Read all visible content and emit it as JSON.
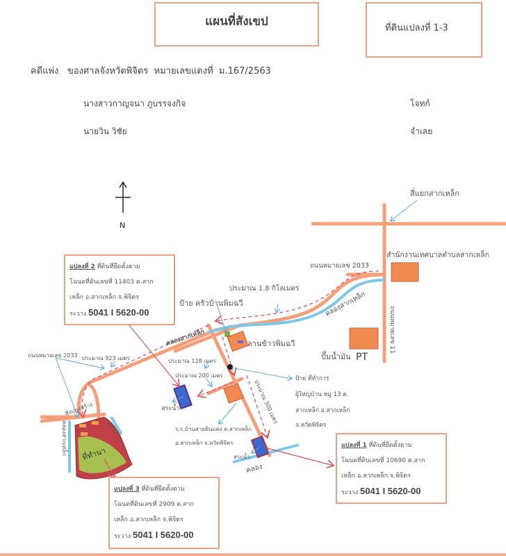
{
  "header": {
    "title": "แผนที่สังเขป",
    "parcels_label": "ที่ดินแปลงที่ 1-3",
    "case_line": "คดีแพ่ง   ของศาลจังหวัดพิจิตร  หมายเลขแดงที่  ม.167/2563",
    "plaintiff_name": "นางสาวกาญจนา ภูบรรจงกิจ",
    "plaintiff_role": "โจทก์",
    "defendant_name": "นายวิน วิชัย",
    "defendant_role": "จำเลย"
  },
  "map": {
    "north": "N",
    "intersection": "สี่แยกสากเหล็ก",
    "municipal_office": "สำนักงานเทศบาลตำบลสากเหล็ก",
    "road_2033": "ถนนหมายเลข  2033",
    "road_2033_left": "ถนนหมายเลข 2033",
    "road_11": "ถนนหมายเลข 11",
    "dist_1_8km": "ประมาณ  1.8  กิโลเมตร",
    "sign_restaurant": "ป้าย ครัวบ้านพิมฉวี",
    "canal_saklek": "คลองสากเหล็ก",
    "canal_saklek_2": "คลองสากเหล็ก",
    "rice_yard": "ลานข้าวพิมฉวี",
    "gas_station": "ปั๊มน้ำมัน",
    "gas_brand": "PT",
    "dist_923": "ประมาณ  923  เมตร",
    "dist_128": "ประมาณ  128  เมตร",
    "dist_200": "ประมาณ  200  เมตร",
    "dist_300": "ประมาณ  300  เมตร",
    "sign_headman": [
      "ป้าย  ที่ทำการ",
      "ผู้ใหญ่บ้าน  หมู่ 13  ต.",
      "สากเหล็ก  อ.สากเหล็ก",
      "จ.หวัดพิจิตร"
    ],
    "school": [
      "ร.ร.บ้านสายดินแดง  ต.สากเหล็ก",
      "อ.สากเหล็ก  จ.หวัดพิจิตร"
    ],
    "pond": "สระน้ำ",
    "pond_2": "สระน้ำ",
    "canal": "คลอง",
    "canal_left": "คลอง",
    "canal_left_vertical": "คลองสากเหล็ก",
    "structure": "สิ่งปลูกสร้าง",
    "rice_field": "ที่ทำนา"
  },
  "parcels": [
    {
      "title": "แปลงที่ 1",
      "line1": " ที่ดินที่ยึดตั้งตาม",
      "line2": "โฉนดที่ดินเลขที่  10690  ต.สาก",
      "line3": "เหล็ก  อ.สากเหล็ก  จ.พิจิตร",
      "between_label": "ระวาง ",
      "sheet": "5041 I 5620-00"
    },
    {
      "title": "แปลงที่ 2",
      "line1": " ที่ดินที่ยึดตั้งตาม",
      "line2": "โฉนดที่ดินเลขที่  11403  ต.สาก",
      "line3": "เหล็ก  อ.สากเหล็ก  จ.พิจิตร",
      "between_label": "ระวาง ",
      "sheet": "5041 I 5620-00"
    },
    {
      "title": "แปลงที่ 3",
      "line1": " ที่ดินที่ยึดตั้งตาม",
      "line2": "โฉนดที่ดินเลขที่  2909  ต.สาก",
      "line3": "เหล็ก  อ.สากเหล็ก  จ.พิจิตร",
      "between_label": "ระวาง ",
      "sheet": "5041 I 5620-00"
    }
  ],
  "colors": {
    "road": "#f3a07a",
    "canal": "#7cc8ea",
    "box": "#f0a080",
    "route": "#e05060",
    "pointer": "#5aa8e0",
    "building": "#f08a50",
    "field": "#a8c050",
    "field_border": "#c0404a",
    "pond": "#3a6ad0"
  }
}
